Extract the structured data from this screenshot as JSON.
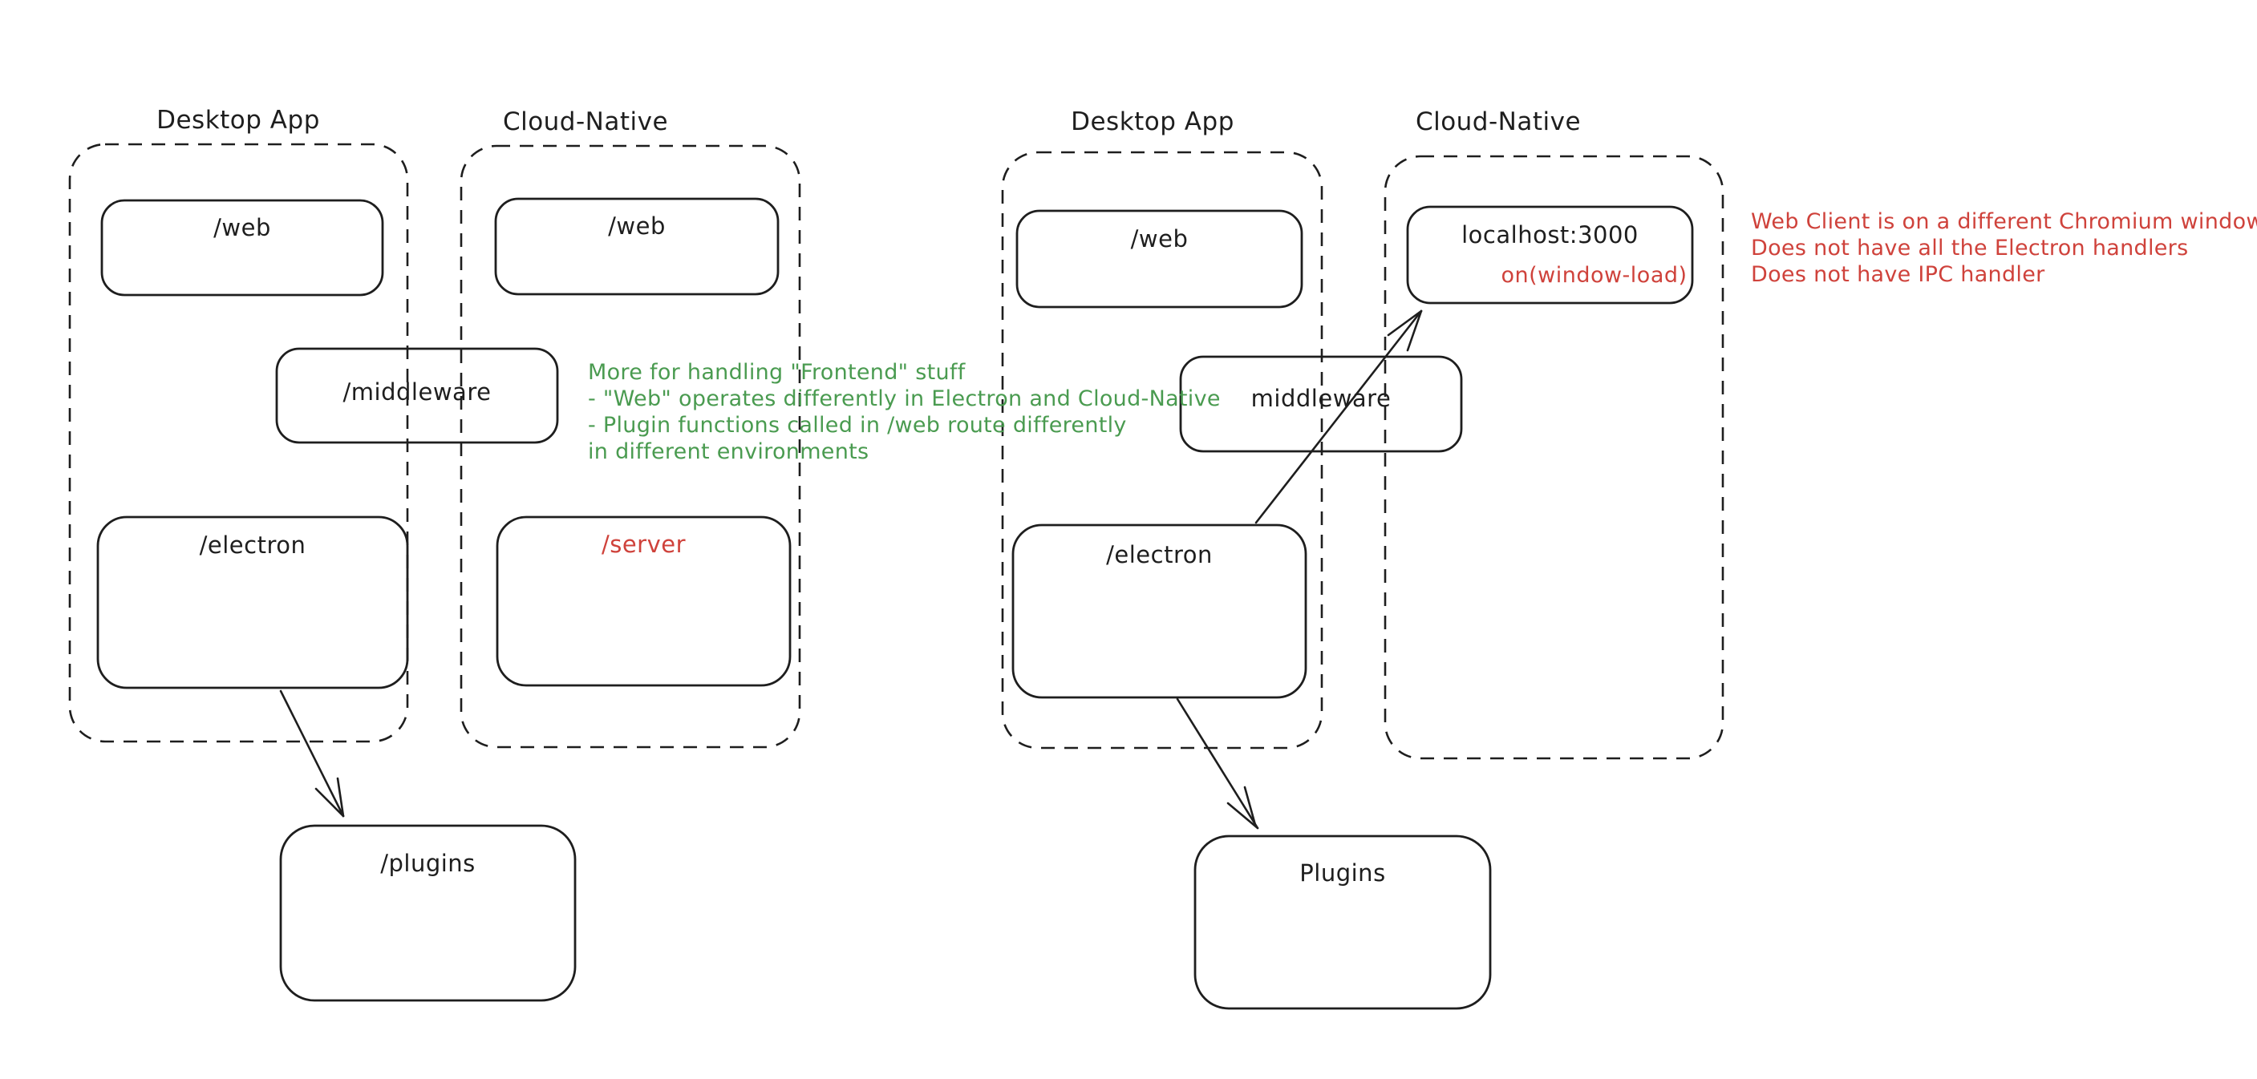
{
  "colors": {
    "ink": "#1e1e1e",
    "green_annotation": "#4a9b50",
    "red_annotation": "#cf423b",
    "background": "#ffffff"
  },
  "left_diagram": {
    "desktop_group_title": "Desktop App",
    "cloud_group_title": "Cloud-Native",
    "desktop_web_label": "/web",
    "cloud_web_label": "/web",
    "middleware_label": "/middleware",
    "electron_label": "/electron",
    "server_label": "/server",
    "plugins_label": "/plugins",
    "green_note": {
      "lines": [
        "More for handling \"Frontend\" stuff",
        "- \"Web\" operates differently in Electron and Cloud-Native",
        "- Plugin functions called in /web route differently",
        "in different environments"
      ]
    }
  },
  "right_diagram": {
    "desktop_group_title": "Desktop App",
    "cloud_group_title": "Cloud-Native",
    "web_label": "/web",
    "localhost_label": "localhost:3000",
    "window_load_label": "on(window-load)",
    "middleware_label": "middleware",
    "electron_label": "/electron",
    "plugins_label": "Plugins",
    "red_note": {
      "lines": [
        "Web Client is on a different Chromium window",
        "Does not have all the Electron handlers",
        "Does not have IPC handler"
      ]
    }
  }
}
